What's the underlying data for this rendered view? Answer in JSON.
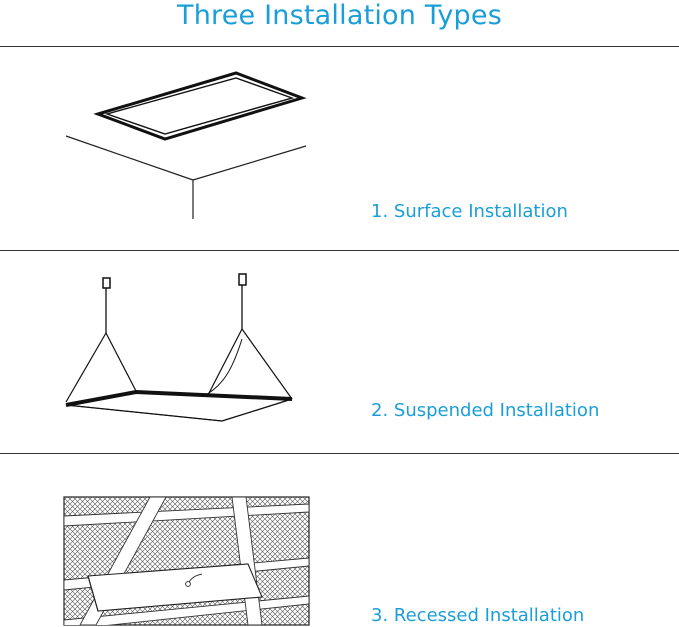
{
  "page_title": "Three Installation Types",
  "sections": [
    {
      "label": "1. Surface Installation"
    },
    {
      "label": "2. Suspended Installation"
    },
    {
      "label": "3. Recessed Installation"
    }
  ],
  "colors": {
    "accent": "#1a9ed8",
    "line": "#333333"
  }
}
